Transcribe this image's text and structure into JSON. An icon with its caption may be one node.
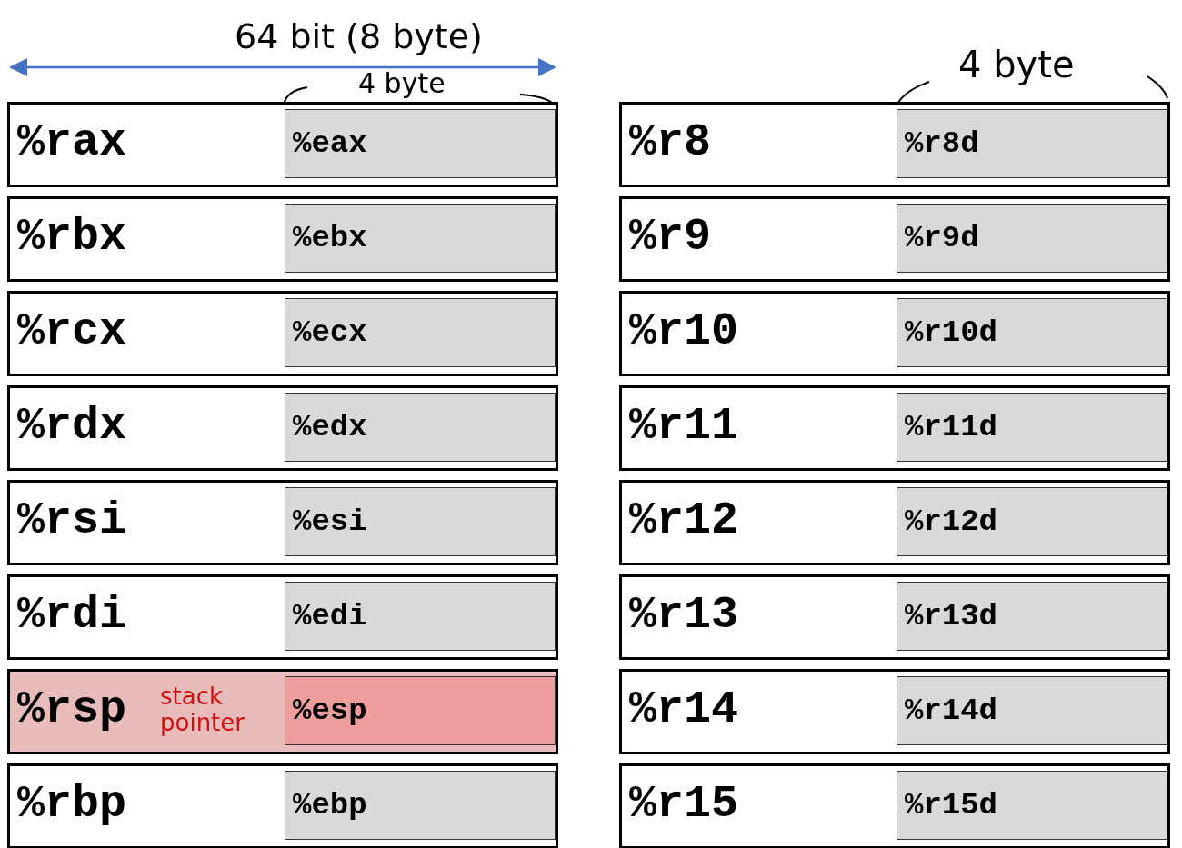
{
  "diagram": {
    "nodes": [
      {
        "text": [
          "%rax"
        ]
      },
      {
        "text": [
          "%eax"
        ],
        "in": 0
      },
      {
        "text": [
          "%rbx"
        ]
      },
      {
        "text": [
          "%ebx"
        ],
        "in": 2
      },
      {
        "text": [
          "%rcx"
        ]
      },
      {
        "text": [
          "%ecx"
        ],
        "in": 4
      },
      {
        "text": [
          "%rdx"
        ]
      },
      {
        "text": [
          "%edx"
        ],
        "in": 6
      },
      {
        "text": [
          "%rsi"
        ]
      },
      {
        "text": [
          "%esi"
        ],
        "in": 8
      },
      {
        "text": [
          "%rdi"
        ]
      },
      {
        "text": [
          "%edi"
        ],
        "in": 10
      },
      {
        "text": [
          "%rsp"
        ]
      },
      {
        "text": [
          "%esp"
        ],
        "in": 12
      },
      {
        "text": [
          "%rbp"
        ]
      },
      {
        "text": [
          "%ebp"
        ],
        "in": 14
      },
      {
        "text": [
          "%r8"
        ]
      },
      {
        "text": [
          "%r8d"
        ],
        "in": 16
      },
      {
        "text": [
          "%r9"
        ]
      },
      {
        "text": [
          "%r9d"
        ],
        "in": 18
      },
      {
        "text": [
          "%r10"
        ]
      },
      {
        "text": [
          "%r10d"
        ],
        "in": 20
      },
      {
        "text": [
          "%r11"
        ]
      },
      {
        "text": [
          "%r11d"
        ],
        "in": 22
      },
      {
        "text": [
          "%r12"
        ]
      },
      {
        "text": [
          "%r12d"
        ],
        "in": 24
      },
      {
        "text": [
          "%r13"
        ]
      },
      {
        "text": [
          "%r13d"
        ],
        "in": 26
      },
      {
        "text": [
          "%r14"
        ]
      },
      {
        "text": [
          "%r14d"
        ],
        "in": 28
      },
      {
        "text": [
          "%r15"
        ]
      },
      {
        "text": [
          "%r15d"
        ],
        "in": 30
      }
    ],
    "labels": [
      "64 bit (8 byte)",
      "4 byte",
      "4 byte",
      "stack pointer"
    ]
  }
}
